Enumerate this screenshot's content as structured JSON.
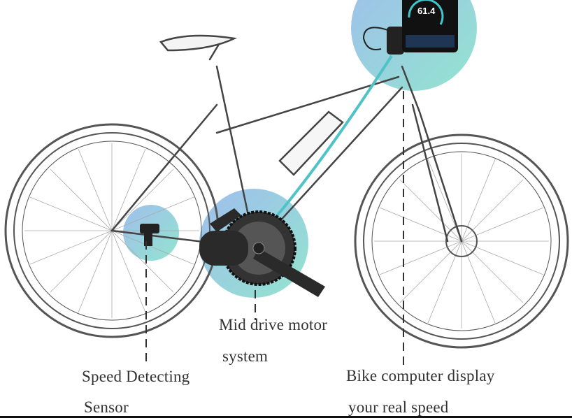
{
  "labels": {
    "motor_line1": "Mid drive motor",
    "motor_line2": "system",
    "sensor_line1": "Speed Detecting",
    "sensor_line2": "Sensor",
    "display_line1": "Bike computer display",
    "display_line2": "your real speed"
  },
  "display": {
    "speed": "61.4"
  },
  "colors": {
    "highlight_blue": "#8fb8e6",
    "highlight_teal": "#7fdcc8",
    "frame_cable": "#4fc3c8",
    "motor": "#2a2a2a"
  }
}
